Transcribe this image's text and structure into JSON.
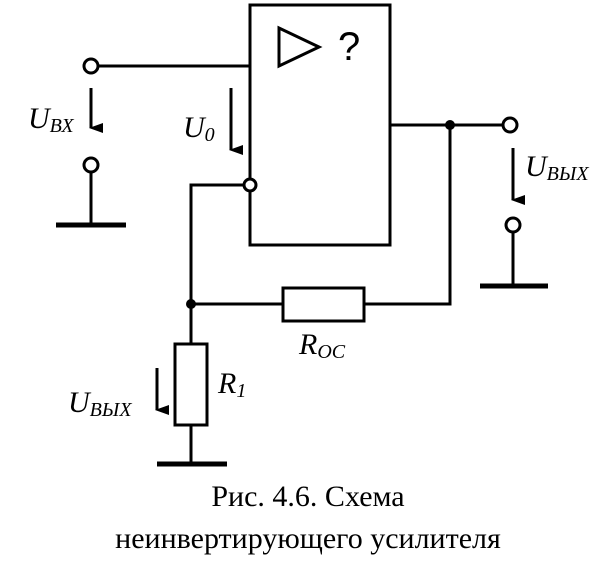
{
  "diagram": {
    "amplifier": {
      "symbol": "▷",
      "mark": "?"
    },
    "labels": {
      "u_in": {
        "main": "U",
        "sub": "ВХ"
      },
      "u0": {
        "main": "U",
        "sub": "0"
      },
      "u_out_right": {
        "main": "U",
        "sub": "ВЫХ"
      },
      "r_oc": {
        "main": "R",
        "sub": "ОС"
      },
      "r1": {
        "main": "R",
        "sub": "1"
      },
      "u_out_left": {
        "main": "U",
        "sub": "ВЫХ"
      }
    }
  },
  "caption": {
    "line1": "Рис. 4.6. Схема",
    "line2": "неинвертирующего усилителя"
  }
}
